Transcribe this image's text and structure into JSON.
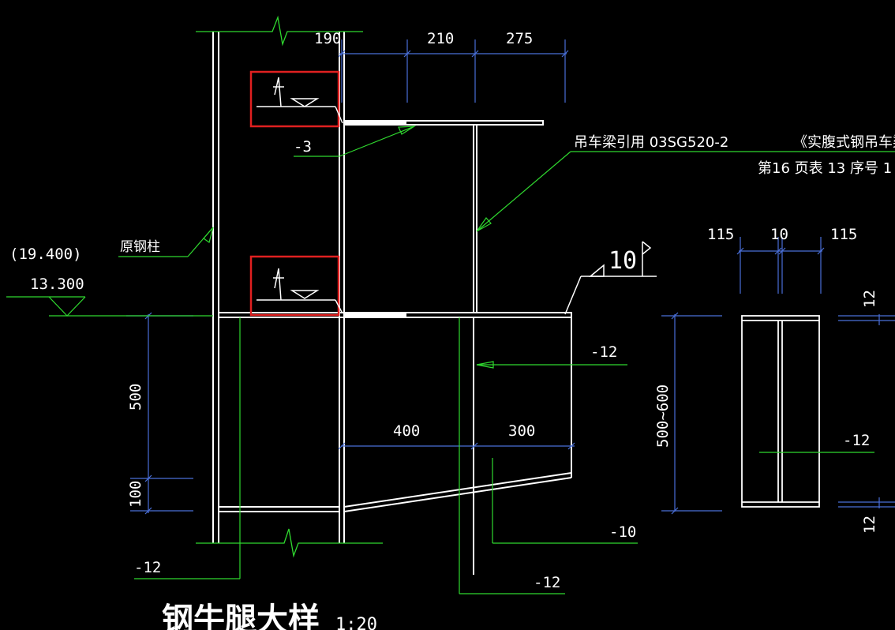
{
  "colors": {
    "background": "#000000",
    "steel_line": "#ffffff",
    "dimension_line": "#4a6fd8",
    "leader_line": "#2fd82f",
    "highlight_box": "#e02020"
  },
  "dimensions": {
    "top_190": "190",
    "top_210": "210",
    "top_275": "275",
    "side_500": "500",
    "side_100": "100",
    "mid_400": "400",
    "mid_300": "300",
    "section_115_left": "115",
    "section_10": "10",
    "section_115_right": "115",
    "section_height": "500~600",
    "section_12_top": "12",
    "section_12_bottom": "12"
  },
  "labels": {
    "plate_minus3": "-3",
    "crane_beam_ref": "吊车梁引用  03SG520-2",
    "crane_beam_book": "《实腹式钢吊车梁",
    "page_ref": "第16  页表 13  序号 1",
    "original_column": "原钢柱",
    "elevation_paren": "(19.400)",
    "elevation_main": "13.300",
    "weld_size": "10",
    "stiffener_12_a": "-12",
    "section_plate_12": "-12",
    "bottom_plate_10": "-10",
    "left_plate_12": "-12",
    "web_plate_12": "-12",
    "drawing_title": "钢牛腿大样",
    "drawing_scale": "1:20"
  }
}
